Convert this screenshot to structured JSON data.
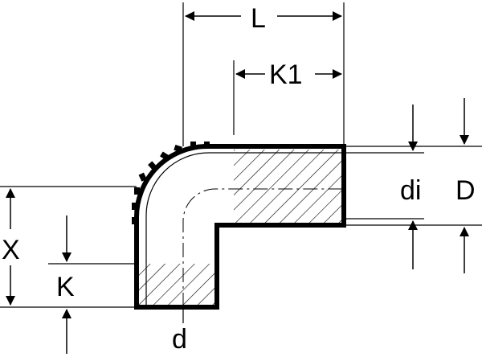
{
  "labels": {
    "L": "L",
    "K1": "K1",
    "di": "di",
    "D": "D",
    "X": "X",
    "K": "K",
    "d": "d"
  },
  "colors": {
    "line": "#000000",
    "background": "#ffffff"
  }
}
